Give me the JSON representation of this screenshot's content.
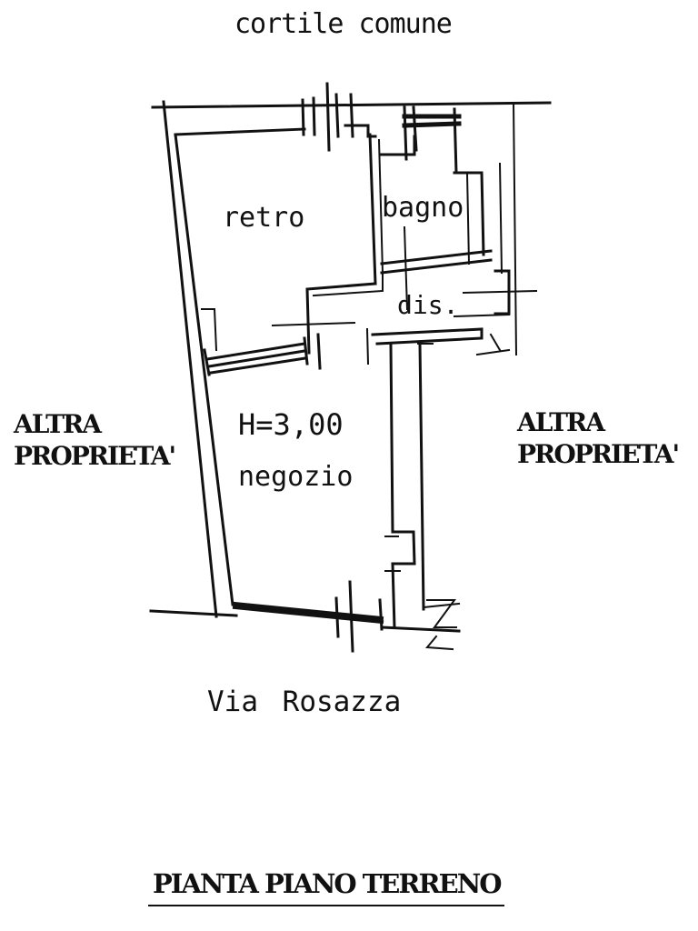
{
  "plan": {
    "top_label": "cortile comune",
    "street_label": "Via Rosazza",
    "title": "PIANTA PIANO TERRENO",
    "rooms": {
      "retro": "retro",
      "bagno": "bagno",
      "dis": "dis.",
      "height": "H=3,00",
      "negozio": "negozio"
    },
    "left_neighbor": {
      "line1": "ALTRA",
      "line2": "PROPRIETA'"
    },
    "right_neighbor": {
      "line1": "ALTRA",
      "line2": "PROPRIETA'"
    }
  }
}
